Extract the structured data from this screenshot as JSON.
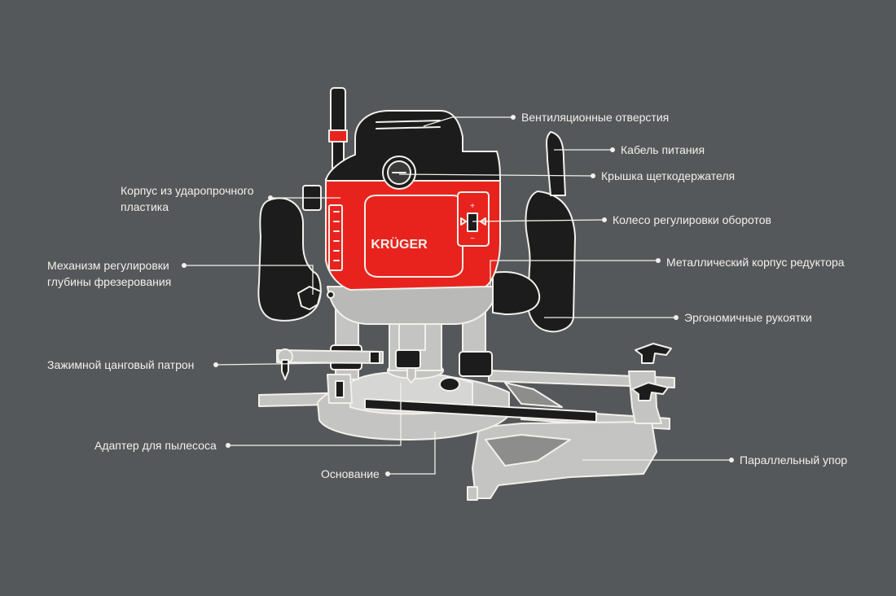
{
  "colors": {
    "background": "#55585b",
    "body_red": "#e8231e",
    "body_dark": "#1c1c1c",
    "outline": "#f2f0ea",
    "metal": "#c4c4c2"
  },
  "brand": {
    "logo": "KRÜGER"
  },
  "labels": {
    "vents": "Вентиляционные отверстия",
    "power_cable": "Кабель питания",
    "brush_cover": "Крышка щеткодержателя",
    "body_line1": "Корпус из ударопрочного",
    "body_line2": "пластика",
    "speed_wheel": "Колесо регулировки оборотов",
    "depth_line1": "Механизм регулировки",
    "depth_line2": "глубины фрезерования",
    "gear_housing": "Металлический корпус редуктора",
    "handles": "Эргономичные рукоятки",
    "collet": "Зажимной цанговый патрон",
    "vacuum_adapter": "Адаптер для пылесоса",
    "base": "Основание",
    "parallel_guide": "Параллельный упор"
  },
  "speed_marks": {
    "plus": "+",
    "minus": "−"
  }
}
